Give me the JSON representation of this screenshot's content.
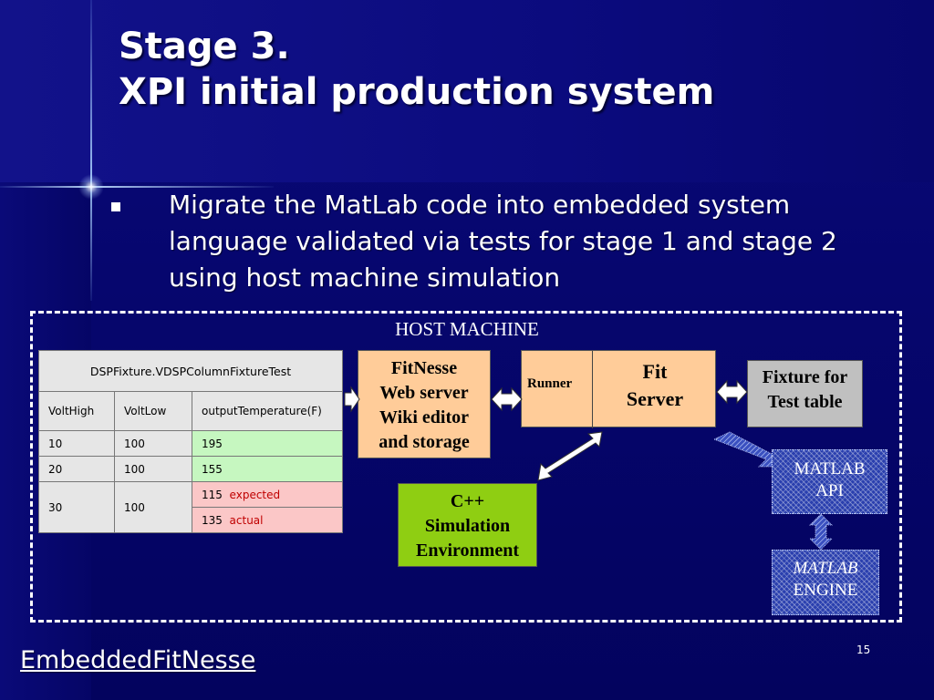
{
  "slide": {
    "title_line1": "Stage 3.",
    "title_line2": "XPI initial production system",
    "bullet": "Migrate the MatLab code into embedded system language validated via tests for stage 1 and stage 2 using host machine simulation",
    "footer_link": "EmbeddedFitNesse",
    "page_number": "15"
  },
  "diagram": {
    "host_label": "HOST MACHINE",
    "fit_table": {
      "title": "DSPFixture.VDSPColumnFixtureTest",
      "columns": [
        "VoltHigh",
        "VoltLow",
        "outputTemperature(F)"
      ],
      "rows": [
        {
          "volt_high": "10",
          "volt_low": "100",
          "output": "195",
          "status": "pass"
        },
        {
          "volt_high": "20",
          "volt_low": "100",
          "output": "155",
          "status": "pass"
        },
        {
          "volt_high": "30",
          "volt_low": "100",
          "expected_value": "115",
          "expected_label": "expected",
          "actual_value": "135",
          "actual_label": "actual",
          "status": "fail"
        }
      ]
    },
    "fitnesse_box": {
      "line1": "FitNesse",
      "line2": "Web server",
      "line3": "Wiki editor",
      "line4": "and storage"
    },
    "runner_label": "Runner",
    "fit_server": {
      "line1": "Fit",
      "line2": "Server"
    },
    "fixture_box": {
      "line1": "Fixture for",
      "line2": "Test table"
    },
    "cpp_box": {
      "line1": "C++",
      "line2": "Simulation",
      "line3": "Environment"
    },
    "matlab_api": {
      "line1": "MATLAB",
      "line2": "API"
    },
    "matlab_engine": {
      "line1": "MATLAB",
      "line2": "ENGINE"
    }
  },
  "colors": {
    "background": "#06066e",
    "fitnesse_fill": "#ffcc99",
    "fixture_fill": "#c0c0c0",
    "cpp_fill": "#8fce12",
    "pass_fill": "#c6f7c0",
    "fail_fill": "#fbc7c7",
    "matlab_fill": "#2a3fae"
  }
}
